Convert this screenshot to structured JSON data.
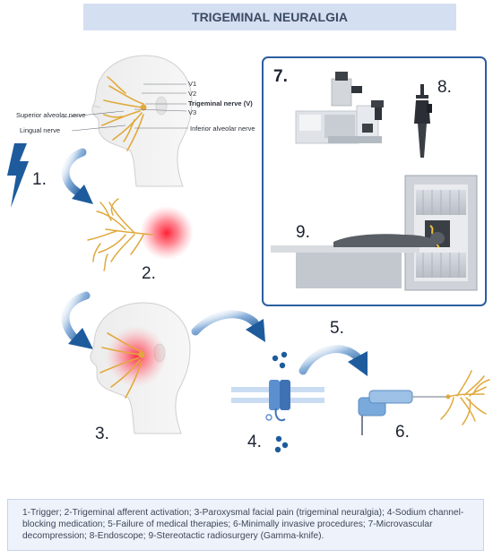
{
  "title": "TRIGEMINAL NEURALGIA",
  "anatomy_labels": {
    "v1": "V1",
    "v2": "V2",
    "trigeminal": "Trigeminal nerve (V)",
    "v3": "V3",
    "superior_alveolar": "Superior alveolar nerve",
    "lingual": "Lingual nerve",
    "inferior_alveolar": "Inferior alveolar nerve"
  },
  "steps": {
    "s1": "1.",
    "s2": "2.",
    "s3": "3.",
    "s4": "4.",
    "s5": "5.",
    "s6": "6.",
    "s7": "7.",
    "s8": "8.",
    "s9": "9."
  },
  "colors": {
    "nerve": "#e0a93c",
    "arrow": "#1e5b9c",
    "pain": "#ff3040",
    "panel_border": "#2d5e9e",
    "title_bg": "#d5dff2"
  },
  "caption": "1-Trigger; 2-Trigeminal afferent activation; 3-Paroxysmal facial pain (trigeminal neuralgia); 4-Sodium channel-blocking medication; 5-Failure of medical therapies; 6-Minimally invasive procedures; 7-Microvascular decompression; 8-Endoscope; 9-Stereotactic radiosurgery (Gamma-knife)."
}
